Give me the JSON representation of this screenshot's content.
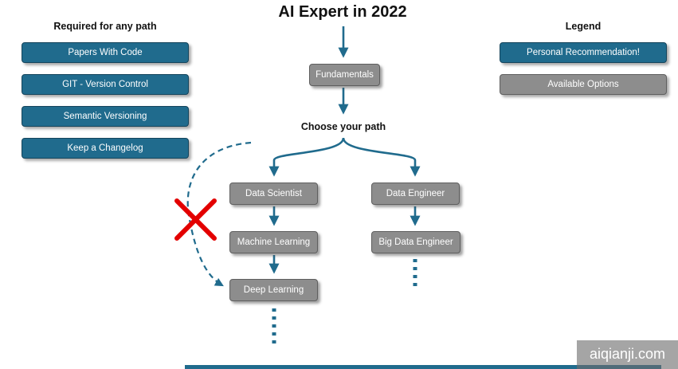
{
  "title": "AI Expert in 2022",
  "left_panel": {
    "heading": "Required for any path",
    "items": [
      {
        "label": "Papers With Code"
      },
      {
        "label": "GIT - Version Control"
      },
      {
        "label": "Semantic Versioning"
      },
      {
        "label": "Keep a Changelog"
      }
    ]
  },
  "legend": {
    "heading": "Legend",
    "items": [
      {
        "label": "Personal Recommendation!",
        "type": "recommended"
      },
      {
        "label": "Available Options",
        "type": "available"
      }
    ]
  },
  "flowchart": {
    "choose_label": "Choose your path",
    "nodes": {
      "fundamentals": "Fundamentals",
      "data_scientist": "Data Scientist",
      "machine_learning": "Machine Learning",
      "deep_learning": "Deep Learning",
      "data_engineer": "Data Engineer",
      "big_data_engineer": "Big Data Engineer"
    },
    "paths": [
      {
        "nodes": [
          "Data Scientist",
          "Machine Learning",
          "Deep Learning"
        ]
      },
      {
        "nodes": [
          "Data Engineer",
          "Big Data Engineer"
        ]
      }
    ],
    "skip_path_blocked": true
  },
  "watermark": "aiqianji.com",
  "colors": {
    "recommended": "#206B8D",
    "available": "#8D8D8D",
    "arrow": "#206B8D",
    "cross": "#E30000"
  }
}
